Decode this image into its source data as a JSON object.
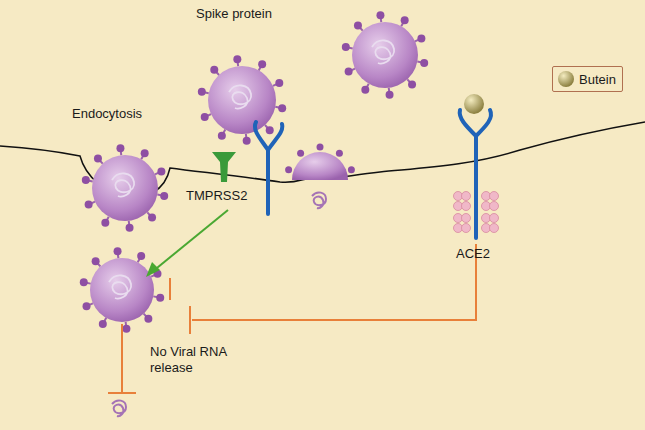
{
  "diagram": {
    "labels": [
      "Spike protein",
      "Endocytosis",
      "TMPRSS2",
      "ACE2",
      "No Viral RNA release"
    ],
    "legend": [
      {
        "text": "Butein"
      }
    ]
  }
}
